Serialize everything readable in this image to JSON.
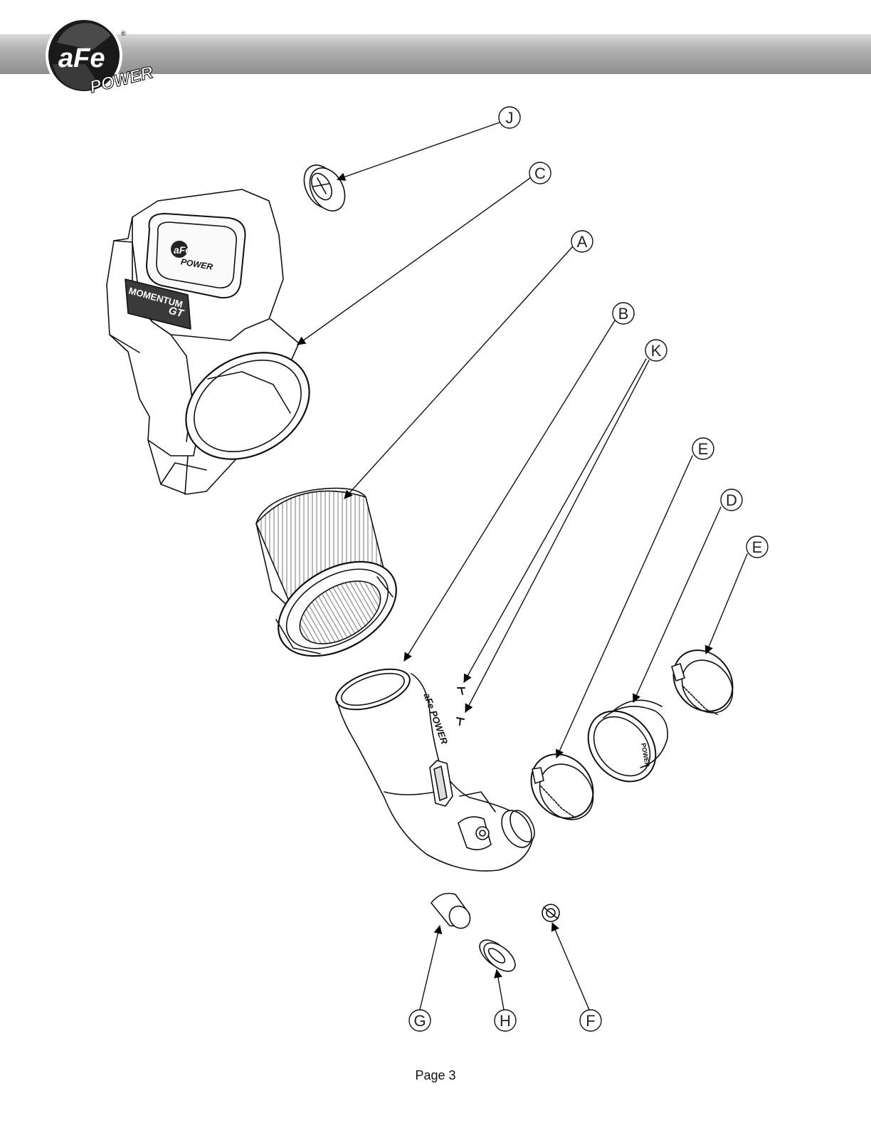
{
  "brand": {
    "logo_primary": "aFe",
    "logo_secondary": "POWER",
    "registered_mark": "®",
    "header_color": "#9a9a9a"
  },
  "diagram": {
    "cover_label_logo": "aFe",
    "cover_label_logo_secondary": "POWER",
    "cover_side_label": "MOMENTUM",
    "cover_side_label_secondary": "GT",
    "tube_label": "aFe POWER",
    "coupler_label": "POWER",
    "callouts": {
      "A": "A",
      "B": "B",
      "C": "C",
      "D": "D",
      "E1": "E",
      "E2": "E",
      "F": "F",
      "G": "G",
      "H": "H",
      "J": "J",
      "K": "K"
    }
  },
  "footer": {
    "page_number": "Page 3"
  }
}
